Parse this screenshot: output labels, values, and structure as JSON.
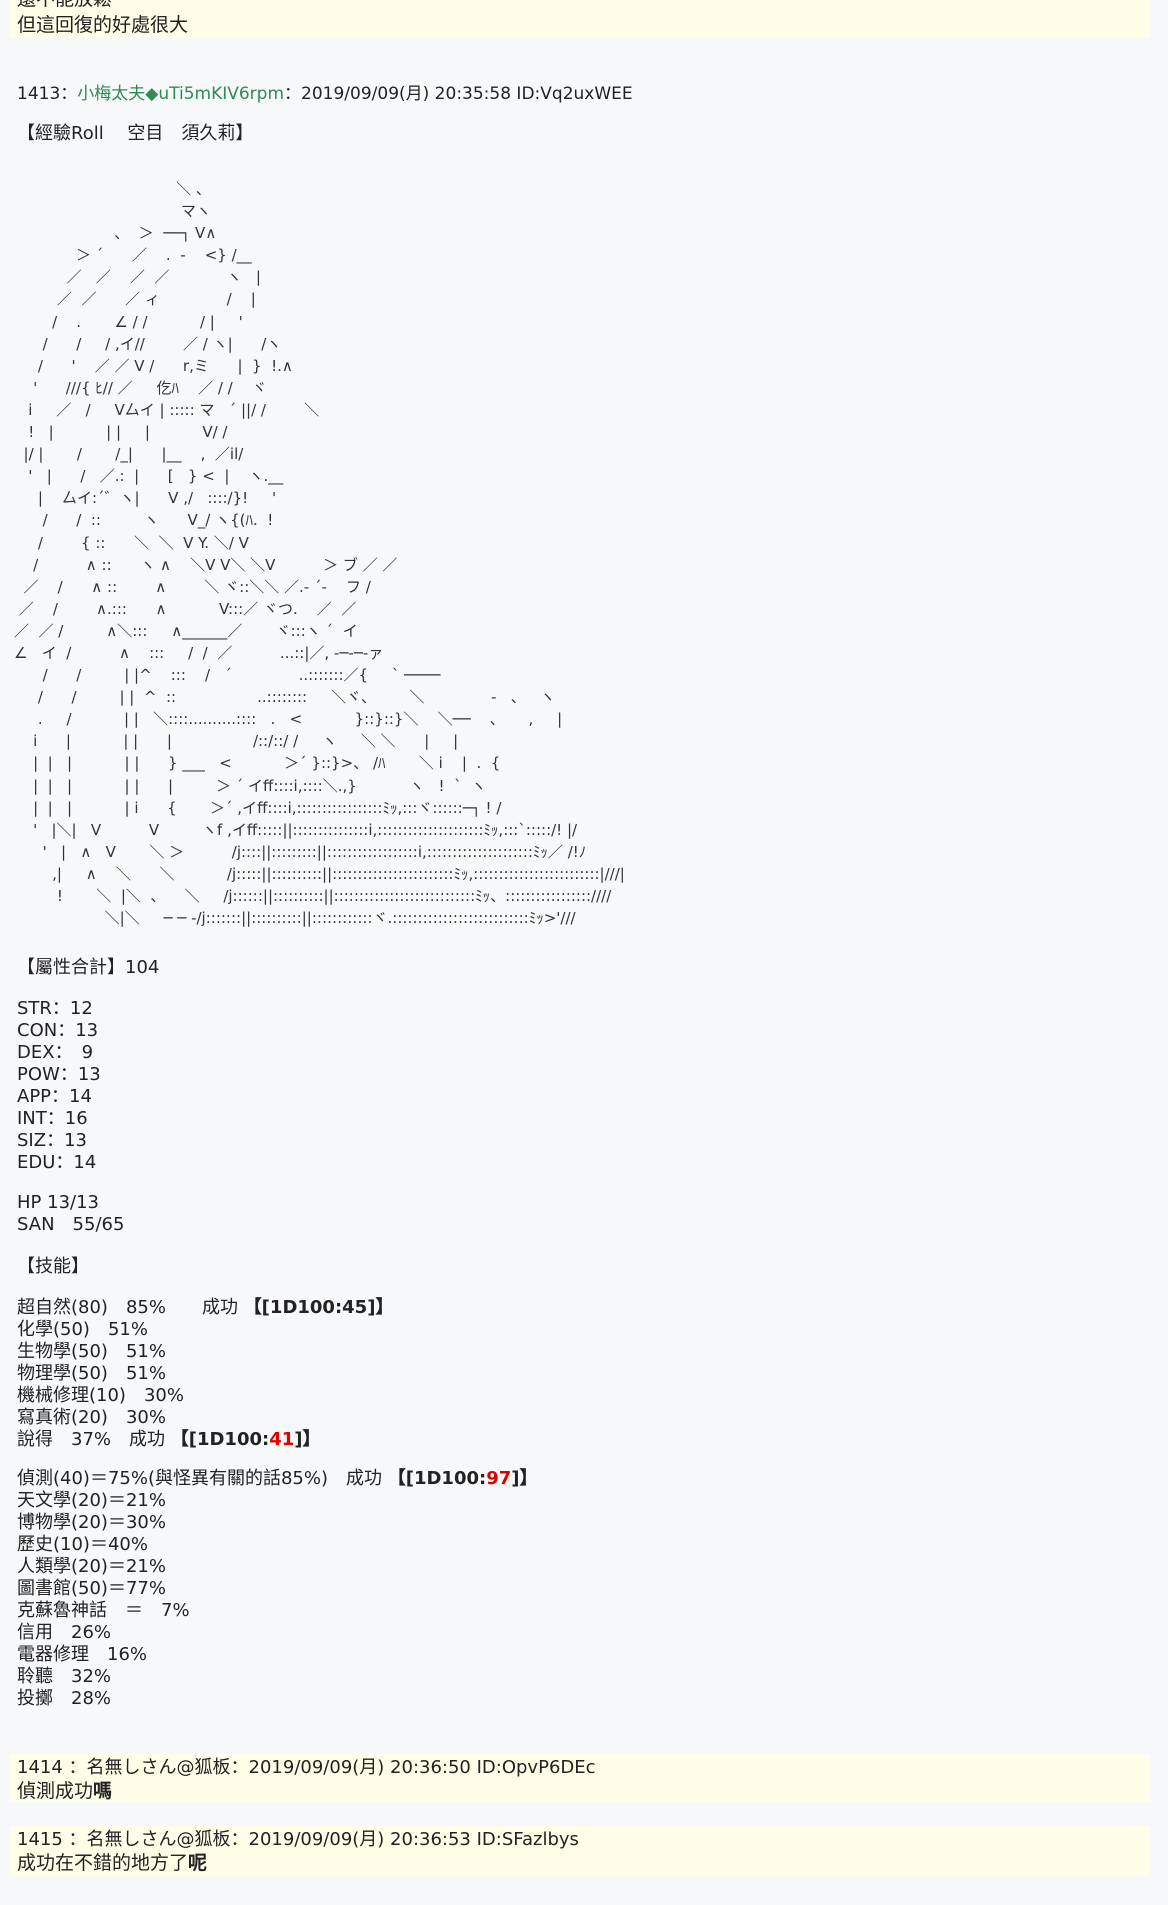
{
  "prev": {
    "cut_line": "還不能放鬆",
    "line": "但這回復的好處很大"
  },
  "post1413": {
    "num": "1413",
    "sep": "：",
    "name": "小梅太夫",
    "trip": "◆uTi5mKIV6rpm",
    "meta": "：2019/09/09(月) 20:35:58 ID:Vq2uxWEE",
    "title": "【經驗Roll　 空目　須久莉】",
    "aa": "                                  ＼ 、\n                                   マヽ\n                     、  ＞  ──┐ V∧\n             ＞ ´      ／    .  -    <} /__\n           ／   ／    ／  ／            ヽ   |\n         ／  ／      ／ ィ              /    |\n        /    .       ∠ / /           / |     '\n      /      /     / ,イ//        ／ / ヽ|      /ヽ\n     /      '    ／ ／ V /      r,ミ      |  }  !.∧\n    '      ///{ ﾋ// ／     仡ﾊ    ／ / /    ヾ\n   i     ／   /     V厶イ | ::::: マ   ´ ||/ /        ＼\n   !   |           | |     |           V/ /\n  |/ |       /       /_|      |__    ,  ／il/\n   '   |      /   ／.:  |      [   } <  |    ヽ.__\n     |    厶イ:´゛ヽ|      V ,/   ::::/}!     '\n      /      /  ::         ヽ      V_/ ヽ{(ﾊ.  !\n     /        { ::      ＼  ＼  V Y. ＼/ V\n    /          ∧ ::      ヽ ∧    ＼V V＼ ＼V          ＞ ブ ／ ／\n  ／    /      ∧ ::        ∧        ＼ ヾ::＼＼ ／.- ´-    フ /\n ／    /        ∧.:::      ∧           V:::／ ヾつ.    ／  ／\n／  ／ /         ∧＼:::     ∧______／       ヾ:::ヽ ´  イ\n∠   イ  /          ∧    :::     /  /  ／          ...::|／, -─-─-ァ\n      /      /         | |^    :::    /   ´              ..:::::::／{     ` ────\n     /      /         | |  ^  ::                 ..::::::::     ＼ヾ、       ＼              -   、   ヽ\n     .     /           | |   ＼::::..........::::   .   <           }::}::}＼    ＼──    、     ,     |\n    i      |           | |      |                 /::/::/ /     ヽ     ＼ ＼      |     |\n    |  |   |           | |      } ___   <           ＞´ }::}>、 /ﾊ       ＼ i    |  .  {\n    |  |   |           | |      |         ＞ ´ イff::::i,::::＼.,}           ヽ   !  `  ヽ\n    |  |   |           | i      {       ＞´ ,イff::::i,:::::::::::::::::ﾐｯ,:::ヾ::::::─┐ ! /\n    '   |＼|   V          V         ヽf ,イff:::::||:::::::::::::::i,:::::::::::::::::::::ﾐｯ,:::`:::::/! |/\n      '   |   ∧   V       ＼ ＞          /j::::||:::::::::||::::::::::::::::::i,:::::::::::::::::::::ﾐｯ／ /!ﾉ\n        ,|     ∧    ＼      ＼           /j:::::||::::::::::||::::::::::::::::::::::::ﾐｯ,:::::::::::::::::::::::::|///|\n         !       ＼  |＼  、    ＼     /j::::::||::::::::::||::::::::::::::::::::::::::::ﾐｯ、:::::::::::::::::////\n                   ＼|＼     ─ ─ ‐/j:::::::||::::::::::||::::::::::::ヾ.:::::::::::::::::::::::::::ﾐｯ>'///",
    "attr_total": "【屬性合計】104",
    "stats": [
      "STR：12",
      "CON：13",
      "DEX：　9",
      "POW：13",
      "APP：14",
      "INT：16",
      "SIZ：13",
      "EDU：14"
    ],
    "hp": "HP 13/13",
    "san": "SAN　55/65",
    "skills_title": "【技能】",
    "skills1": [
      {
        "text": "超自然(80)　85%　　成功 ",
        "dice_pre": "【[1D100:",
        "dice_val": "45",
        "dice_post": "]】",
        "red": false
      },
      {
        "text": "化學(50)　51%"
      },
      {
        "text": "生物學(50)　51%"
      },
      {
        "text": "物理學(50)　51%"
      },
      {
        "text": "機械修理(10)　30%"
      },
      {
        "text": "寫真術(20)　30%"
      },
      {
        "text": "說得　37%　成功 ",
        "dice_pre": "【[1D100:",
        "dice_val": "41",
        "dice_post": "]】",
        "red": true
      }
    ],
    "skills2": [
      {
        "text": "偵測(40)＝75%(與怪異有關的話85%)　成功 ",
        "dice_pre": "【[1D100:",
        "dice_val": "97",
        "dice_post": "]】",
        "red": true
      },
      {
        "text": "天文學(20)＝21%"
      },
      {
        "text": "博物學(20)＝30%"
      },
      {
        "text": "歷史(10)＝40%"
      },
      {
        "text": "人類學(20)＝21%"
      },
      {
        "text": "圖書館(50)＝77%"
      },
      {
        "text": "克蘇魯神話　＝　7%"
      },
      {
        "text": "信用　26%"
      },
      {
        "text": "電器修理　16%"
      },
      {
        "text": "聆聽　32%"
      },
      {
        "text": "投擲　28%"
      }
    ]
  },
  "post1414": {
    "header": "1414 ：名無しさん@狐板：2019/09/09(月) 20:36:50 ID:OpvP6DEc",
    "body_a": "偵測成功",
    "body_b": "嗎"
  },
  "post1415": {
    "header": "1415 ：名無しさん@狐板：2019/09/09(月) 20:36:53 ID:SFazlbys",
    "body_a": "成功在不錯的地方了",
    "body_b": "呢"
  }
}
